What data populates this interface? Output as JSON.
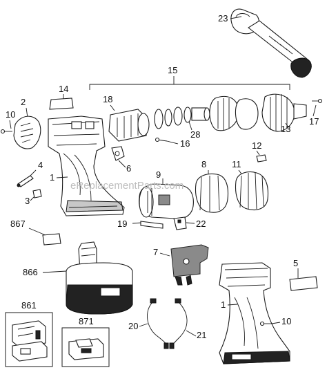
{
  "watermark": "eReplacementParts.com",
  "callouts": {
    "c1a": "1",
    "c1b": "1",
    "c2": "2",
    "c3": "3",
    "c4": "4",
    "c5": "5",
    "c6": "6",
    "c7": "7",
    "c8": "8",
    "c9": "9",
    "c10a": "10",
    "c10b": "10",
    "c11": "11",
    "c12": "12",
    "c13": "13",
    "c14": "14",
    "c15": "15",
    "c16": "16",
    "c17": "17",
    "c18": "18",
    "c19": "19",
    "c20": "20",
    "c21": "21",
    "c22": "22",
    "c23": "23",
    "c28": "28",
    "c861": "861",
    "c866": "866",
    "c867": "867",
    "c871": "871"
  }
}
